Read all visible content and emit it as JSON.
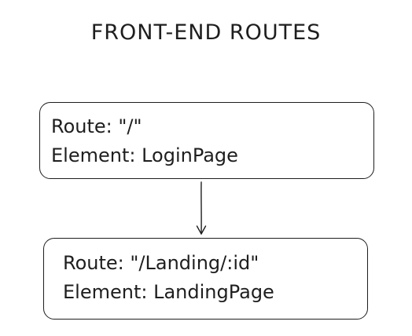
{
  "title": "FRONT-END ROUTES",
  "nodes": [
    {
      "route": "Route: \"/\"",
      "element": "Element: LoginPage"
    },
    {
      "route": "Route: \"/Landing/:id\"",
      "element": "Element: LandingPage"
    }
  ],
  "colors": {
    "stroke": "#1e1e1e",
    "background": "#ffffff"
  }
}
